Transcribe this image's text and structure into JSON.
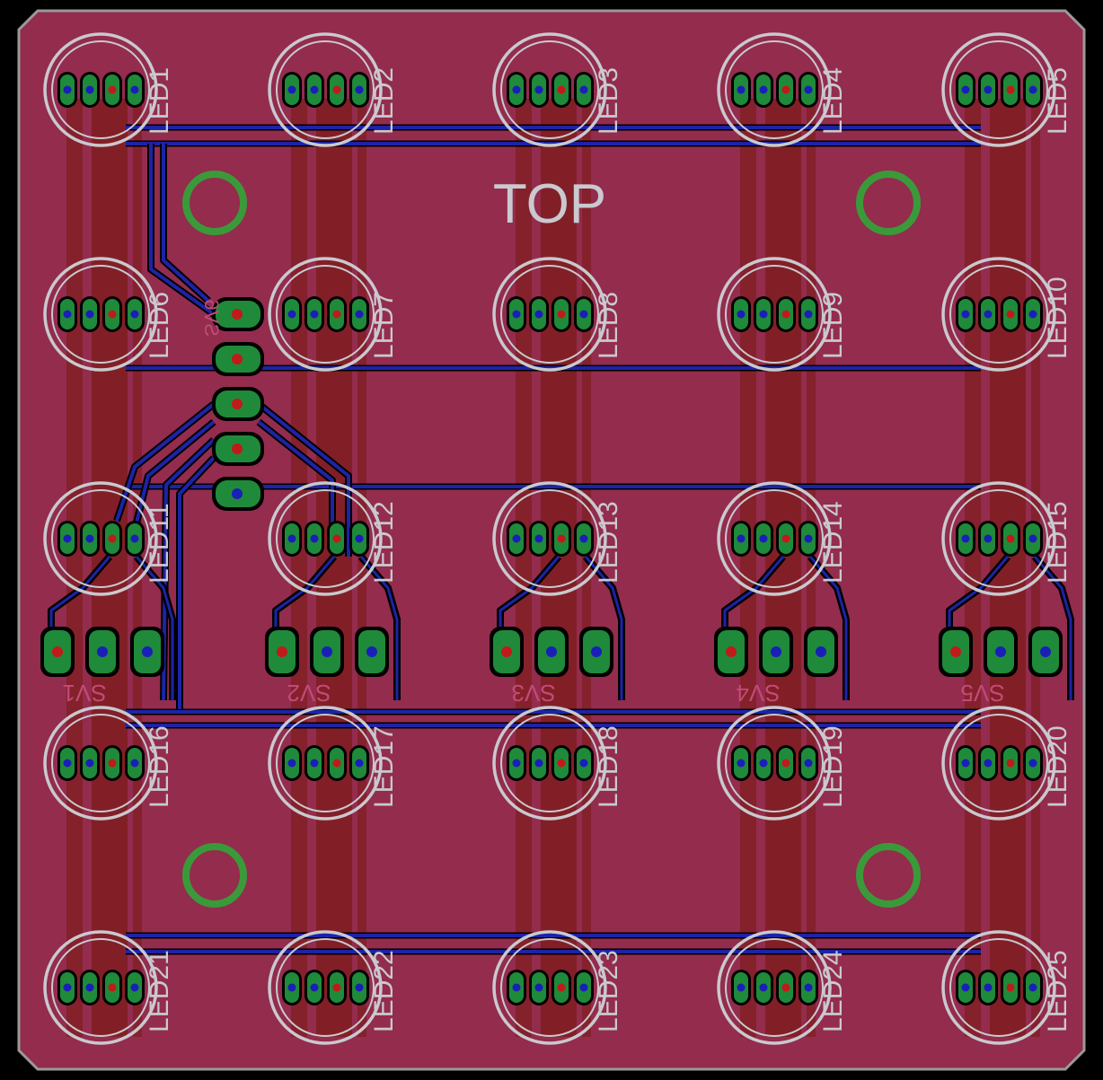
{
  "board": {
    "title": "TOP",
    "colors": {
      "background": "#000000",
      "board_fill": "#932c4d",
      "board_edge": "#b0b0b0",
      "top_copper": "#7f1d20",
      "bottom_trace": "#1e23a6",
      "pad": "#1f8a3a",
      "via_red": "#c11a1a",
      "via_blue": "#1a1fb8",
      "silkscreen": "#c9c9cf",
      "mount_hole": "#3a9a3a"
    }
  },
  "leds": [
    {
      "label": "LED1"
    },
    {
      "label": "LED2"
    },
    {
      "label": "LED3"
    },
    {
      "label": "LED4"
    },
    {
      "label": "LED5"
    },
    {
      "label": "LED6"
    },
    {
      "label": "LED7"
    },
    {
      "label": "LED8"
    },
    {
      "label": "LED9"
    },
    {
      "label": "LED10"
    },
    {
      "label": "LED11"
    },
    {
      "label": "LED12"
    },
    {
      "label": "LED13"
    },
    {
      "label": "LED14"
    },
    {
      "label": "LED15"
    },
    {
      "label": "LED16"
    },
    {
      "label": "LED17"
    },
    {
      "label": "LED18"
    },
    {
      "label": "LED19"
    },
    {
      "label": "LED20"
    },
    {
      "label": "LED21"
    },
    {
      "label": "LED22"
    },
    {
      "label": "LED23"
    },
    {
      "label": "LED24"
    },
    {
      "label": "LED25"
    }
  ],
  "connectors": [
    {
      "label": "SV1"
    },
    {
      "label": "SV2"
    },
    {
      "label": "SV3"
    },
    {
      "label": "SV4"
    },
    {
      "label": "SV5"
    }
  ],
  "header_label": "SV6",
  "mount_holes": 4
}
